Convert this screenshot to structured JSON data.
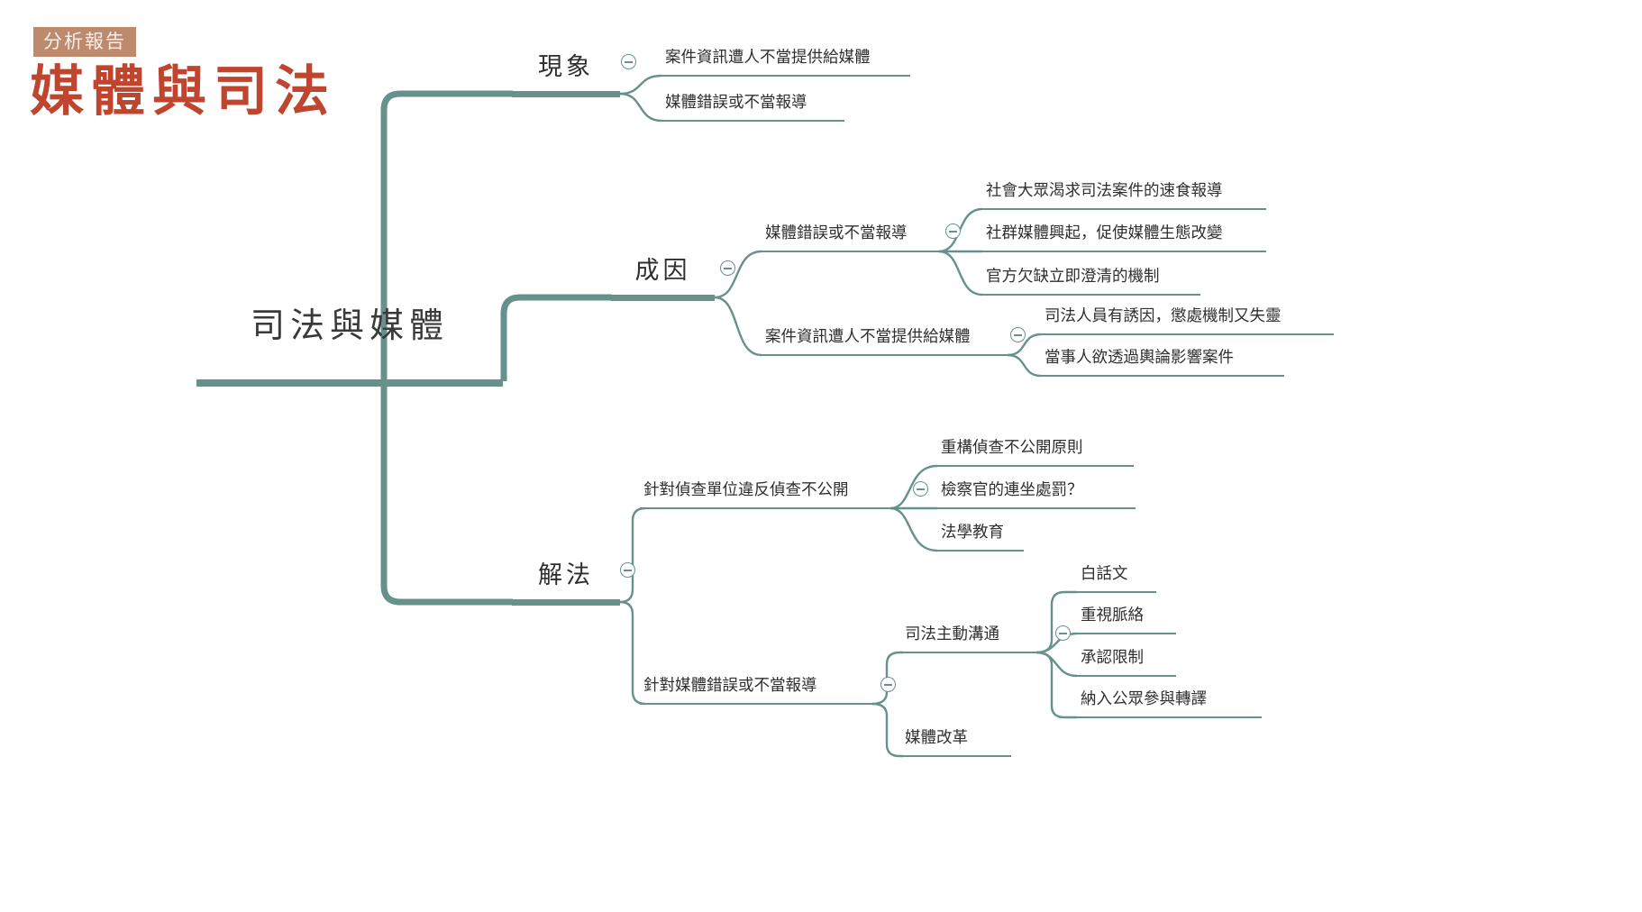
{
  "header": {
    "badge": "分析報告",
    "title": "媒體與司法"
  },
  "mindmap": {
    "root": {
      "label": "司法與媒體"
    },
    "branches": [
      {
        "label": "現象",
        "children": [
          {
            "label": "案件資訊遭人不當提供給媒體"
          },
          {
            "label": "媒體錯誤或不當報導"
          }
        ]
      },
      {
        "label": "成因",
        "children": [
          {
            "label": "媒體錯誤或不當報導",
            "children": [
              {
                "label": "社會大眾渴求司法案件的速食報導"
              },
              {
                "label": "社群媒體興起，促使媒體生態改變"
              },
              {
                "label": "官方欠缺立即澄清的機制"
              }
            ]
          },
          {
            "label": "案件資訊遭人不當提供給媒體",
            "children": [
              {
                "label": "司法人員有誘因，懲處機制又失靈"
              },
              {
                "label": "當事人欲透過輿論影響案件"
              }
            ]
          }
        ]
      },
      {
        "label": "解法",
        "children": [
          {
            "label": "針對偵查單位違反偵查不公開",
            "children": [
              {
                "label": "重構偵查不公開原則"
              },
              {
                "label": "檢察官的連坐處罰？"
              },
              {
                "label": "法學教育"
              }
            ]
          },
          {
            "label": "針對媒體錯誤或不當報導",
            "children": [
              {
                "label": "司法主動溝通",
                "children": [
                  {
                    "label": "白話文"
                  },
                  {
                    "label": "重視脈絡"
                  },
                  {
                    "label": "承認限制"
                  },
                  {
                    "label": "納入公眾參與轉譯"
                  }
                ]
              },
              {
                "label": "媒體改革"
              }
            ]
          }
        ]
      }
    ]
  },
  "icons": {
    "collapse": "minus-circle"
  },
  "colors": {
    "accent_red": "#c0452e",
    "badge_bg": "#bd8a6e",
    "line_teal": "#67918b",
    "text": "#2f2f2f"
  }
}
